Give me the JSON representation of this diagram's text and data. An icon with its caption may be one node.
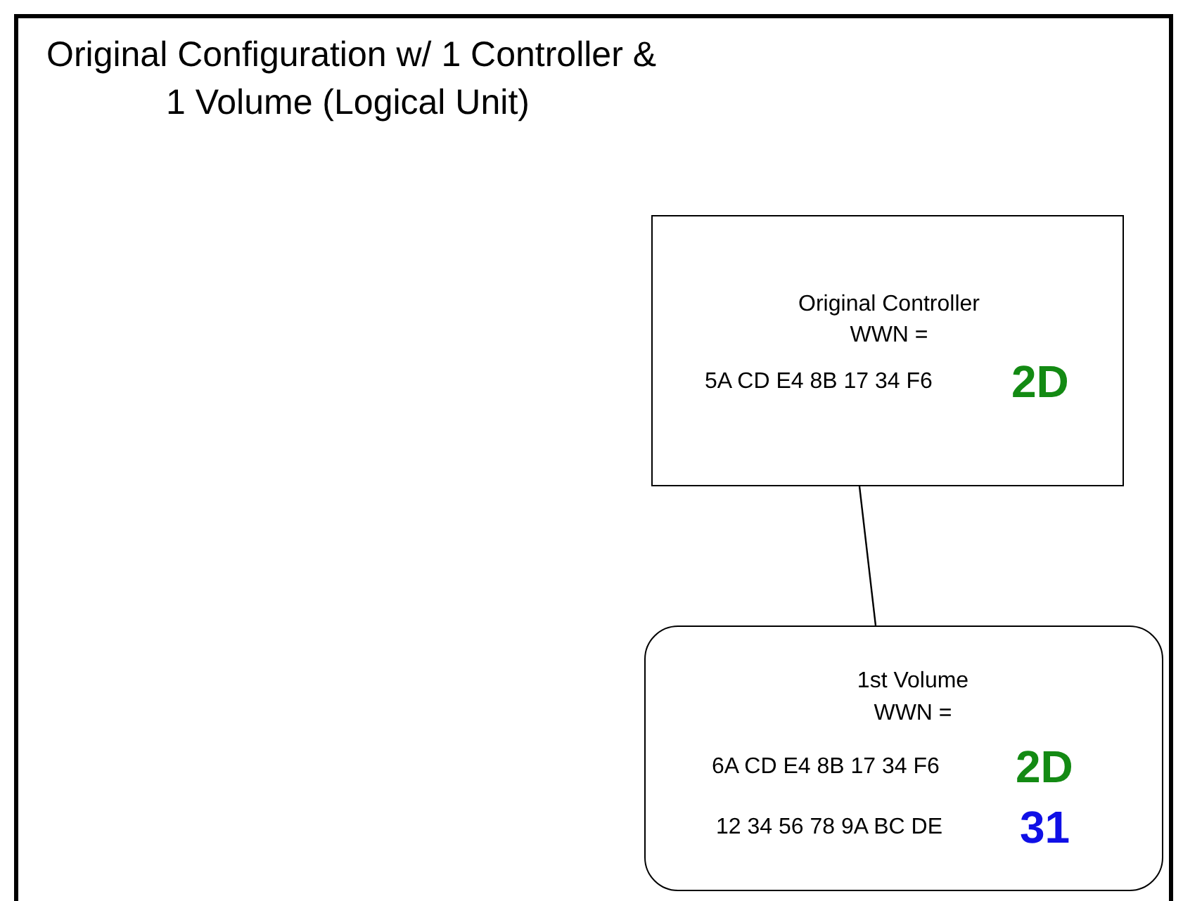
{
  "diagram": {
    "title": "Original Configuration w/ 1 Controller & 1 Volume (Logical Unit)",
    "nodes": [
      {
        "text": [
          "Original Controller",
          "WWN =",
          "5A CD E4 8B 17 34 F6",
          "2D"
        ]
      },
      {
        "text": [
          "1st Volume",
          "WWN =",
          "6A CD E4 8B 17 34 F6",
          "2D",
          "12 34 56 78 9A BC DE",
          "31"
        ]
      }
    ],
    "edges": [
      {
        "from": 0,
        "to": 1,
        "arrow": "none"
      }
    ]
  }
}
